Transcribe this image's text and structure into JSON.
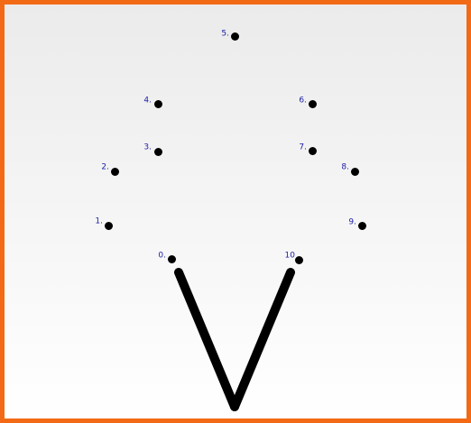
{
  "theme": {
    "border_color": "#f26a16",
    "dot_color": "#000000",
    "label_color": "#1c1ca8",
    "line_color": "#000000"
  },
  "dots": [
    {
      "label": "0."
    },
    {
      "label": "1."
    },
    {
      "label": "2."
    },
    {
      "label": "3."
    },
    {
      "label": "4."
    },
    {
      "label": "5."
    },
    {
      "label": "6."
    },
    {
      "label": "7."
    },
    {
      "label": "8."
    },
    {
      "label": "9."
    },
    {
      "label": "10"
    }
  ]
}
